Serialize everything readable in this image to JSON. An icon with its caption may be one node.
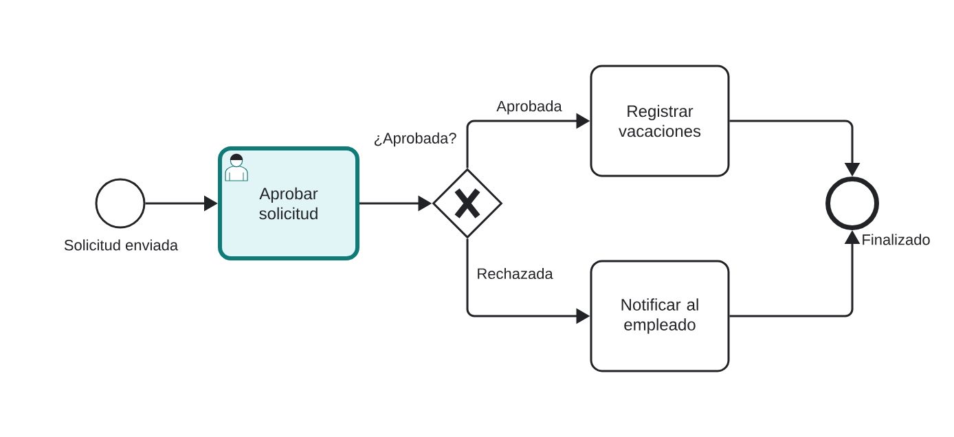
{
  "diagram": {
    "nodes": [
      {
        "text": [],
        "shape": "circle",
        "beside": [
          "Solicitud enviada"
        ]
      },
      {
        "text": [
          "Aprobar solicitud"
        ]
      },
      {
        "text": [],
        "shape": "diamond",
        "beside": [
          "¿Aprobada?"
        ]
      },
      {
        "text": [
          "Registrar vacaciones"
        ]
      },
      {
        "text": [
          "Notificar al empleado"
        ]
      },
      {
        "text": [],
        "shape": "circle",
        "beside": [
          "Finalizado"
        ]
      }
    ],
    "edges": [
      {
        "from": 0,
        "to": 1,
        "arrow": "to"
      },
      {
        "from": 1,
        "to": 2,
        "arrow": "to"
      },
      {
        "from": 2,
        "to": 3,
        "arrow": "to",
        "label": "Aprobada"
      },
      {
        "from": 2,
        "to": 4,
        "arrow": "to",
        "label": "Rechazada"
      },
      {
        "from": 3,
        "to": 5,
        "arrow": "to"
      },
      {
        "from": 4,
        "to": 5,
        "arrow": "to"
      }
    ]
  }
}
